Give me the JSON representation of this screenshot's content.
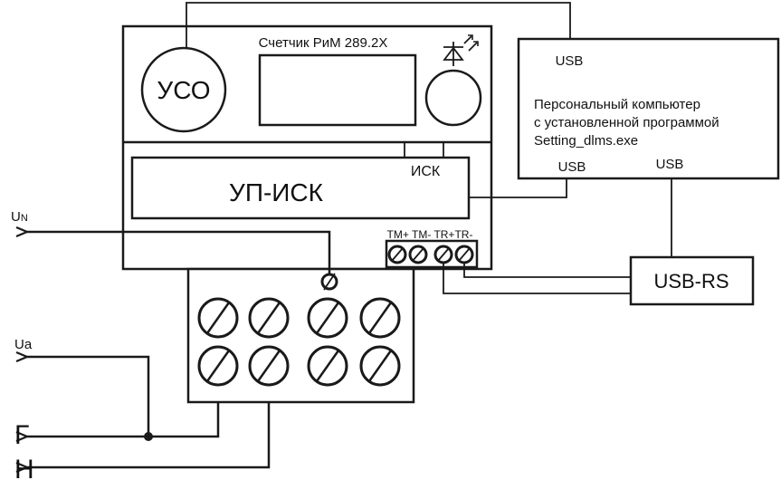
{
  "meter": {
    "title": "Счетчик РиМ 289.2Х",
    "uso_label": "УСО",
    "module_label": "УП-ИСК",
    "isk_label": "ИСК",
    "terminal_labels": "TM+ TM- TR+TR-"
  },
  "pc": {
    "usb_top": "USB",
    "line1": "Персональный компьютер",
    "line2": "с установленной программой",
    "line3": "Setting_dlms.exe",
    "usb_left": "USB",
    "usb_right": "USB"
  },
  "converter": {
    "label": "USB-RS"
  },
  "outputs": {
    "un": "U",
    "un_sub": "N",
    "ua": "Ua",
    "g": "Г",
    "n": "Н"
  },
  "icons": [
    "led-icon",
    "screw-terminal-icon",
    "arrow-icon",
    "junction-dot-icon"
  ]
}
